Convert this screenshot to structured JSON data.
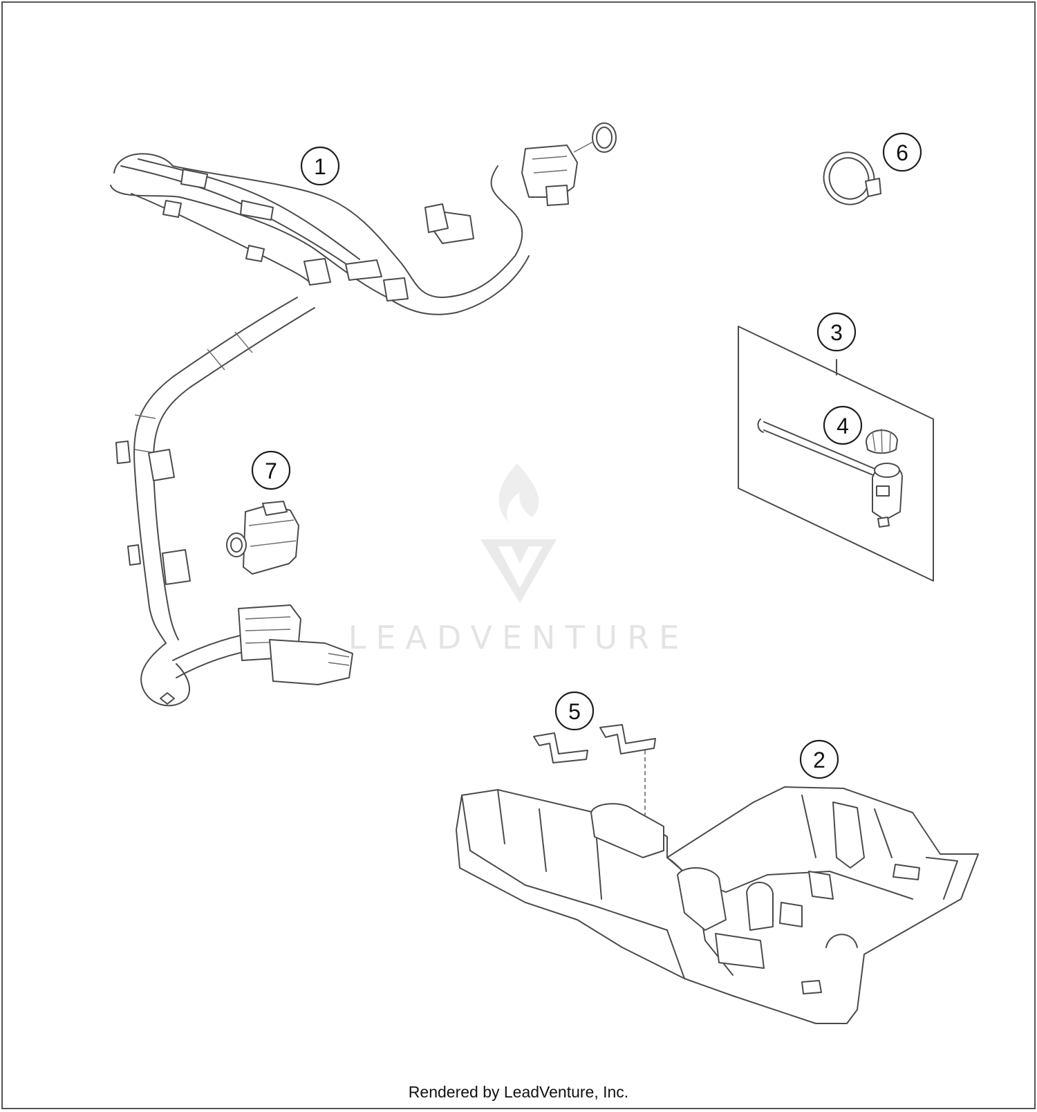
{
  "callouts": [
    {
      "label": "1"
    },
    {
      "label": "2"
    },
    {
      "label": "3"
    },
    {
      "label": "4"
    },
    {
      "label": "5"
    },
    {
      "label": "6"
    },
    {
      "label": "7"
    }
  ],
  "watermark": {
    "text": "LEADVENTURE"
  },
  "footer": {
    "text": "Rendered by LeadVenture, Inc."
  }
}
